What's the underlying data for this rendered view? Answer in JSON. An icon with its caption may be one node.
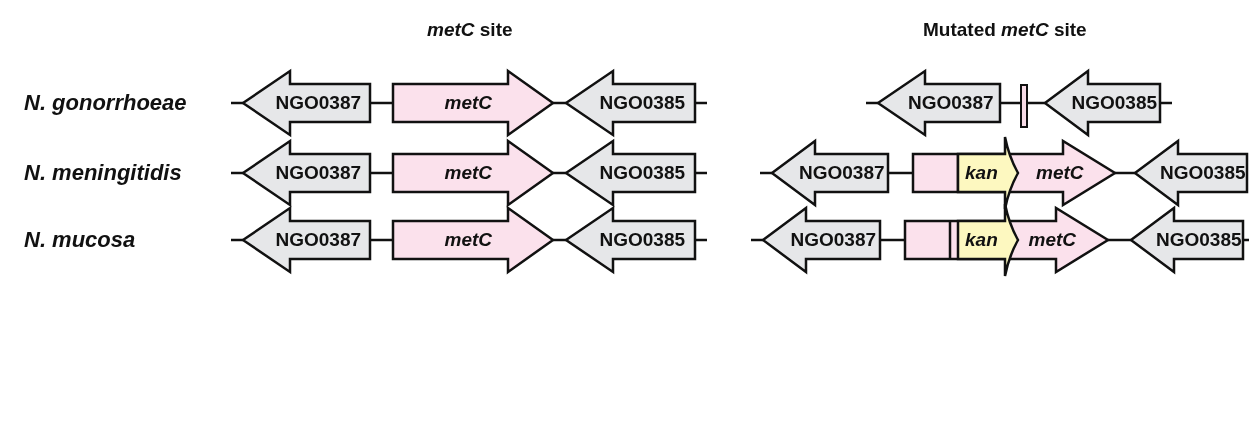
{
  "diagram": {
    "nodes": [
      {
        "text": [
          "NGO0387"
        ]
      },
      {
        "text": [
          "metC"
        ]
      },
      {
        "text": [
          "NGO0385"
        ]
      },
      {
        "text": [
          "NGO0387"
        ]
      },
      {
        "text": [],
        "shape": "bar"
      },
      {
        "text": [
          "NGO0385"
        ]
      },
      {
        "text": [
          "NGO0387"
        ]
      },
      {
        "text": [
          "metC"
        ]
      },
      {
        "text": [
          "NGO0385"
        ]
      },
      {
        "text": [
          "NGO0387"
        ]
      },
      {
        "text": [
          "metC"
        ]
      },
      {
        "text": [
          "kan"
        ],
        "in": 10
      },
      {
        "text": [
          "NGO0385"
        ]
      },
      {
        "text": [
          "NGO0387"
        ]
      },
      {
        "text": [
          "metC"
        ]
      },
      {
        "text": [
          "NGO0385"
        ]
      },
      {
        "text": [
          "NGO0387"
        ]
      },
      {
        "text": [
          "metC"
        ]
      },
      {
        "text": [
          "kan"
        ],
        "in": 17
      },
      {
        "text": [
          "NGO0385"
        ]
      }
    ],
    "edges": [
      {
        "from": null,
        "to": 0,
        "arrow": "none"
      },
      {
        "from": 0,
        "to": 1,
        "arrow": "none"
      },
      {
        "from": 1,
        "to": 2,
        "arrow": "none"
      },
      {
        "from": 2,
        "to": null,
        "arrow": "none"
      },
      {
        "from": null,
        "to": 3,
        "arrow": "none"
      },
      {
        "from": 3,
        "to": 4,
        "arrow": "none"
      },
      {
        "from": 4,
        "to": 5,
        "arrow": "none"
      },
      {
        "from": 5,
        "to": null,
        "arrow": "none"
      },
      {
        "from": null,
        "to": 6,
        "arrow": "none"
      },
      {
        "from": 6,
        "to": 7,
        "arrow": "none"
      },
      {
        "from": 7,
        "to": 8,
        "arrow": "none"
      },
      {
        "from": 8,
        "to": null,
        "arrow": "none"
      },
      {
        "from": null,
        "to": 9,
        "arrow": "none"
      },
      {
        "from": 9,
        "to": 10,
        "arrow": "none"
      },
      {
        "from": 10,
        "to": 12,
        "arrow": "none"
      },
      {
        "from": null,
        "to": 13,
        "arrow": "none"
      },
      {
        "from": 13,
        "to": 14,
        "arrow": "none"
      },
      {
        "from": 14,
        "to": 15,
        "arrow": "none"
      },
      {
        "from": 15,
        "to": null,
        "arrow": "none"
      },
      {
        "from": null,
        "to": 16,
        "arrow": "none"
      },
      {
        "from": 16,
        "to": 17,
        "arrow": "none"
      },
      {
        "from": 17,
        "to": 19,
        "arrow": "none"
      },
      {
        "from": 19,
        "to": null,
        "arrow": "none"
      }
    ],
    "labels": [
      "*metC* site",
      "Mutated *metC* site",
      "N. gonorrhoeae",
      "N. meningitidis",
      "N. mucosa"
    ]
  }
}
